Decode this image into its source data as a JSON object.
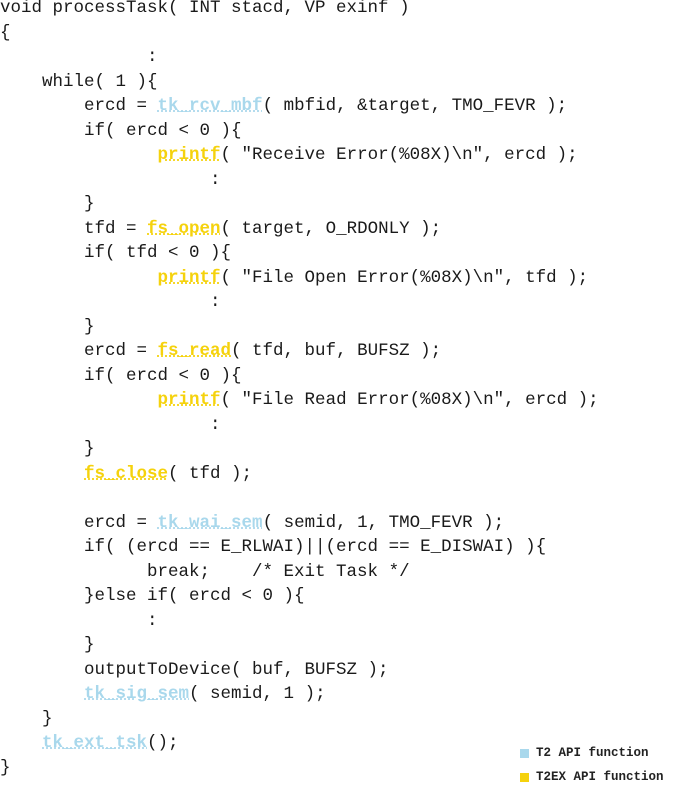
{
  "code_lines": [
    [
      {
        "t": "void processTask( INT stacd, VP exinf )"
      }
    ],
    [
      {
        "t": "{"
      }
    ],
    [
      {
        "t": "              :"
      }
    ],
    [
      {
        "t": "    while( 1 ){"
      }
    ],
    [
      {
        "t": "        ercd = "
      },
      {
        "t": "tk_rcv_mbf",
        "k": "t2"
      },
      {
        "t": "( mbfid, &target, TMO_FEVR );"
      }
    ],
    [
      {
        "t": "        if( ercd < 0 ){"
      }
    ],
    [
      {
        "t": "               "
      },
      {
        "t": "printf",
        "k": "t2ex"
      },
      {
        "t": "( \"Receive Error(%08X)\\n\", ercd );"
      }
    ],
    [
      {
        "t": "                    :"
      }
    ],
    [
      {
        "t": "        }"
      }
    ],
    [
      {
        "t": "        tfd = "
      },
      {
        "t": "fs_open",
        "k": "t2ex"
      },
      {
        "t": "( target, O_RDONLY );"
      }
    ],
    [
      {
        "t": "        if( tfd < 0 ){"
      }
    ],
    [
      {
        "t": "               "
      },
      {
        "t": "printf",
        "k": "t2ex"
      },
      {
        "t": "( \"File Open Error(%08X)\\n\", tfd );"
      }
    ],
    [
      {
        "t": "                    :"
      }
    ],
    [
      {
        "t": "        }"
      }
    ],
    [
      {
        "t": "        ercd = "
      },
      {
        "t": "fs_read",
        "k": "t2ex"
      },
      {
        "t": "( tfd, buf, BUFSZ );"
      }
    ],
    [
      {
        "t": "        if( ercd < 0 ){"
      }
    ],
    [
      {
        "t": "               "
      },
      {
        "t": "printf",
        "k": "t2ex"
      },
      {
        "t": "( \"File Read Error(%08X)\\n\", ercd );"
      }
    ],
    [
      {
        "t": "                    :"
      }
    ],
    [
      {
        "t": "        }"
      }
    ],
    [
      {
        "t": "        "
      },
      {
        "t": "fs_close",
        "k": "t2ex"
      },
      {
        "t": "( tfd );"
      }
    ],
    [
      {
        "t": ""
      }
    ],
    [
      {
        "t": "        ercd = "
      },
      {
        "t": "tk_wai_sem",
        "k": "t2"
      },
      {
        "t": "( semid, 1, TMO_FEVR );"
      }
    ],
    [
      {
        "t": "        if( (ercd == E_RLWAI)||(ercd == E_DISWAI) ){"
      }
    ],
    [
      {
        "t": "              break;    /* Exit Task */"
      }
    ],
    [
      {
        "t": "        }else if( ercd < 0 ){"
      }
    ],
    [
      {
        "t": "              :"
      }
    ],
    [
      {
        "t": "        }"
      }
    ],
    [
      {
        "t": "        outputToDevice( buf, BUFSZ );"
      }
    ],
    [
      {
        "t": "        "
      },
      {
        "t": "tk_sig_sem",
        "k": "t2"
      },
      {
        "t": "( semid, 1 );"
      }
    ],
    [
      {
        "t": "    }"
      }
    ],
    [
      {
        "t": "    "
      },
      {
        "t": "tk_ext_tsk",
        "k": "t2"
      },
      {
        "t": "();"
      }
    ],
    [
      {
        "t": "}"
      }
    ]
  ],
  "legend": {
    "items": [
      {
        "label": "T2 API function",
        "color": "#a9d8ec"
      },
      {
        "label": "T2EX API function",
        "color": "#f5d20d"
      }
    ]
  }
}
